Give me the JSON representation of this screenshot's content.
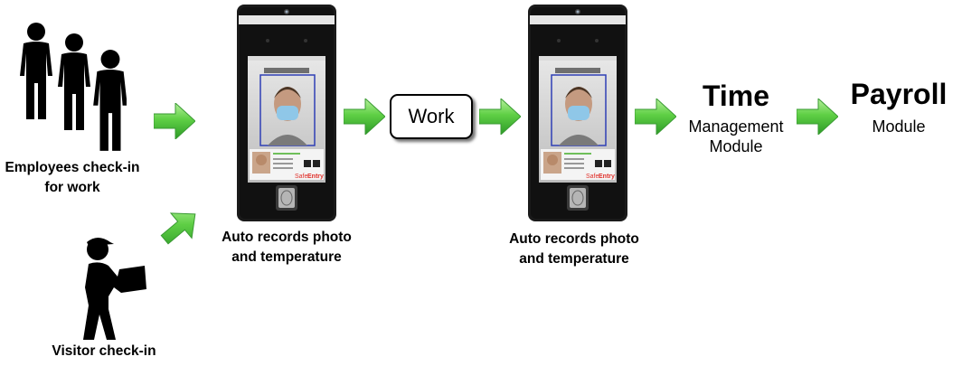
{
  "employees": {
    "caption_line1": "Employees check-in",
    "caption_line2": "for work"
  },
  "visitor": {
    "caption": "Visitor check-in"
  },
  "device_left": {
    "caption_line1": "Auto records photo",
    "caption_line2": "and temperature",
    "brand_a": "Safe",
    "brand_b": "Entry"
  },
  "work": {
    "label": "Work"
  },
  "device_right": {
    "caption_line1": "Auto records photo",
    "caption_line2": "and temperature",
    "brand_a": "Safe",
    "brand_b": "Entry"
  },
  "time_module": {
    "title": "Time",
    "line1": "Management",
    "line2": "Module"
  },
  "payroll_module": {
    "title": "Payroll",
    "line1": "Module"
  },
  "colors": {
    "arrow_light": "#8ee36f",
    "arrow_dark": "#2fa12a",
    "device_body": "#1a1a1a",
    "mask": "#8fc7e8",
    "brand_red": "#e0312b"
  },
  "icons": [
    "employees-group-icon",
    "visitor-delivery-icon",
    "face-recognition-terminal-icon",
    "arrow-right-icon"
  ]
}
